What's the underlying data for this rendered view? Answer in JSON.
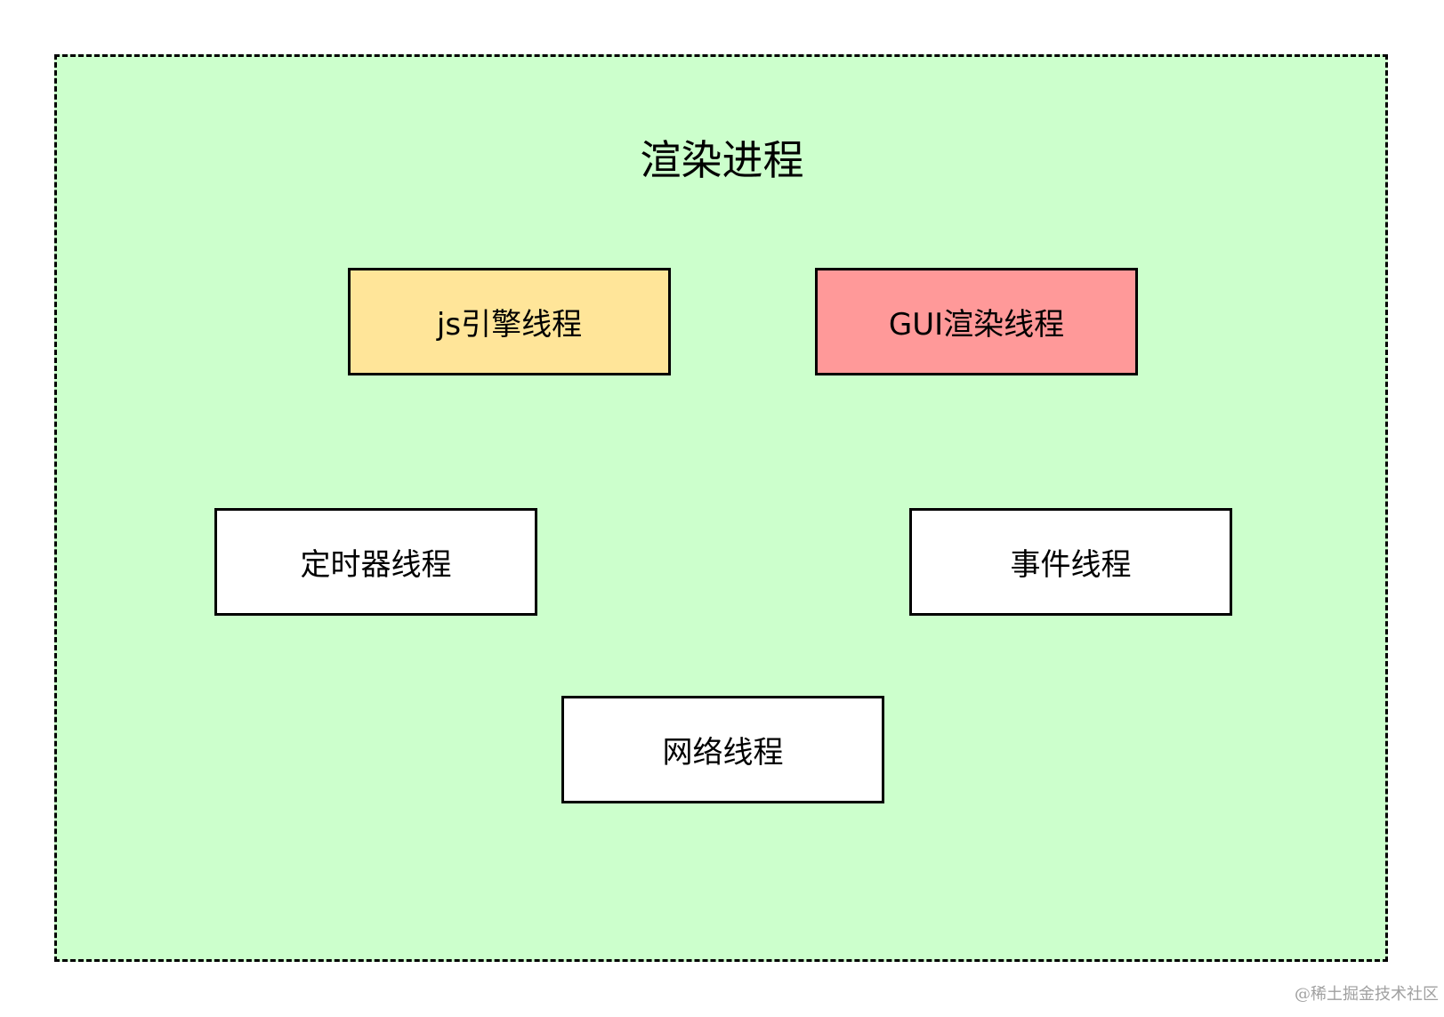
{
  "diagram": {
    "title": "渲染进程",
    "container_color": "#ccffcc",
    "threads": [
      {
        "label": "js引擎线程",
        "color": "#ffe599"
      },
      {
        "label": "GUI渲染线程",
        "color": "#ff9999"
      },
      {
        "label": "定时器线程",
        "color": "#ffffff"
      },
      {
        "label": "事件线程",
        "color": "#ffffff"
      },
      {
        "label": "网络线程",
        "color": "#ffffff"
      }
    ]
  },
  "watermark": "@稀土掘金技术社区"
}
